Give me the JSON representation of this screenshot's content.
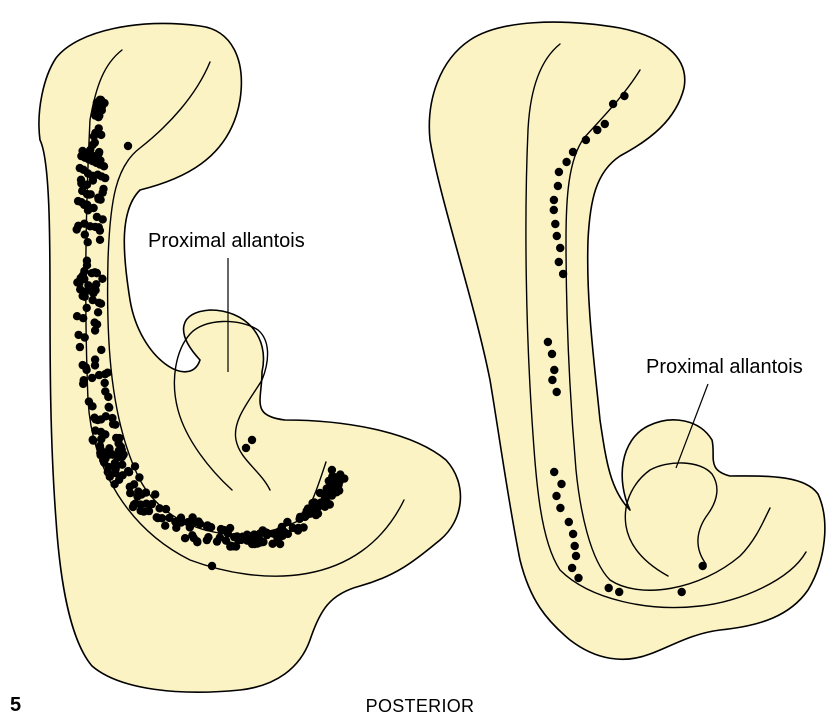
{
  "figure": {
    "number": "5",
    "orientation_label": "POSTERIOR",
    "body_fill": "#fbf3c4",
    "dot_color": "#000000"
  },
  "panels": [
    {
      "name": "left-embryo",
      "allantois_label": "Proximal allantois"
    },
    {
      "name": "right-embryo",
      "allantois_label": "Proximal allantois"
    }
  ]
}
